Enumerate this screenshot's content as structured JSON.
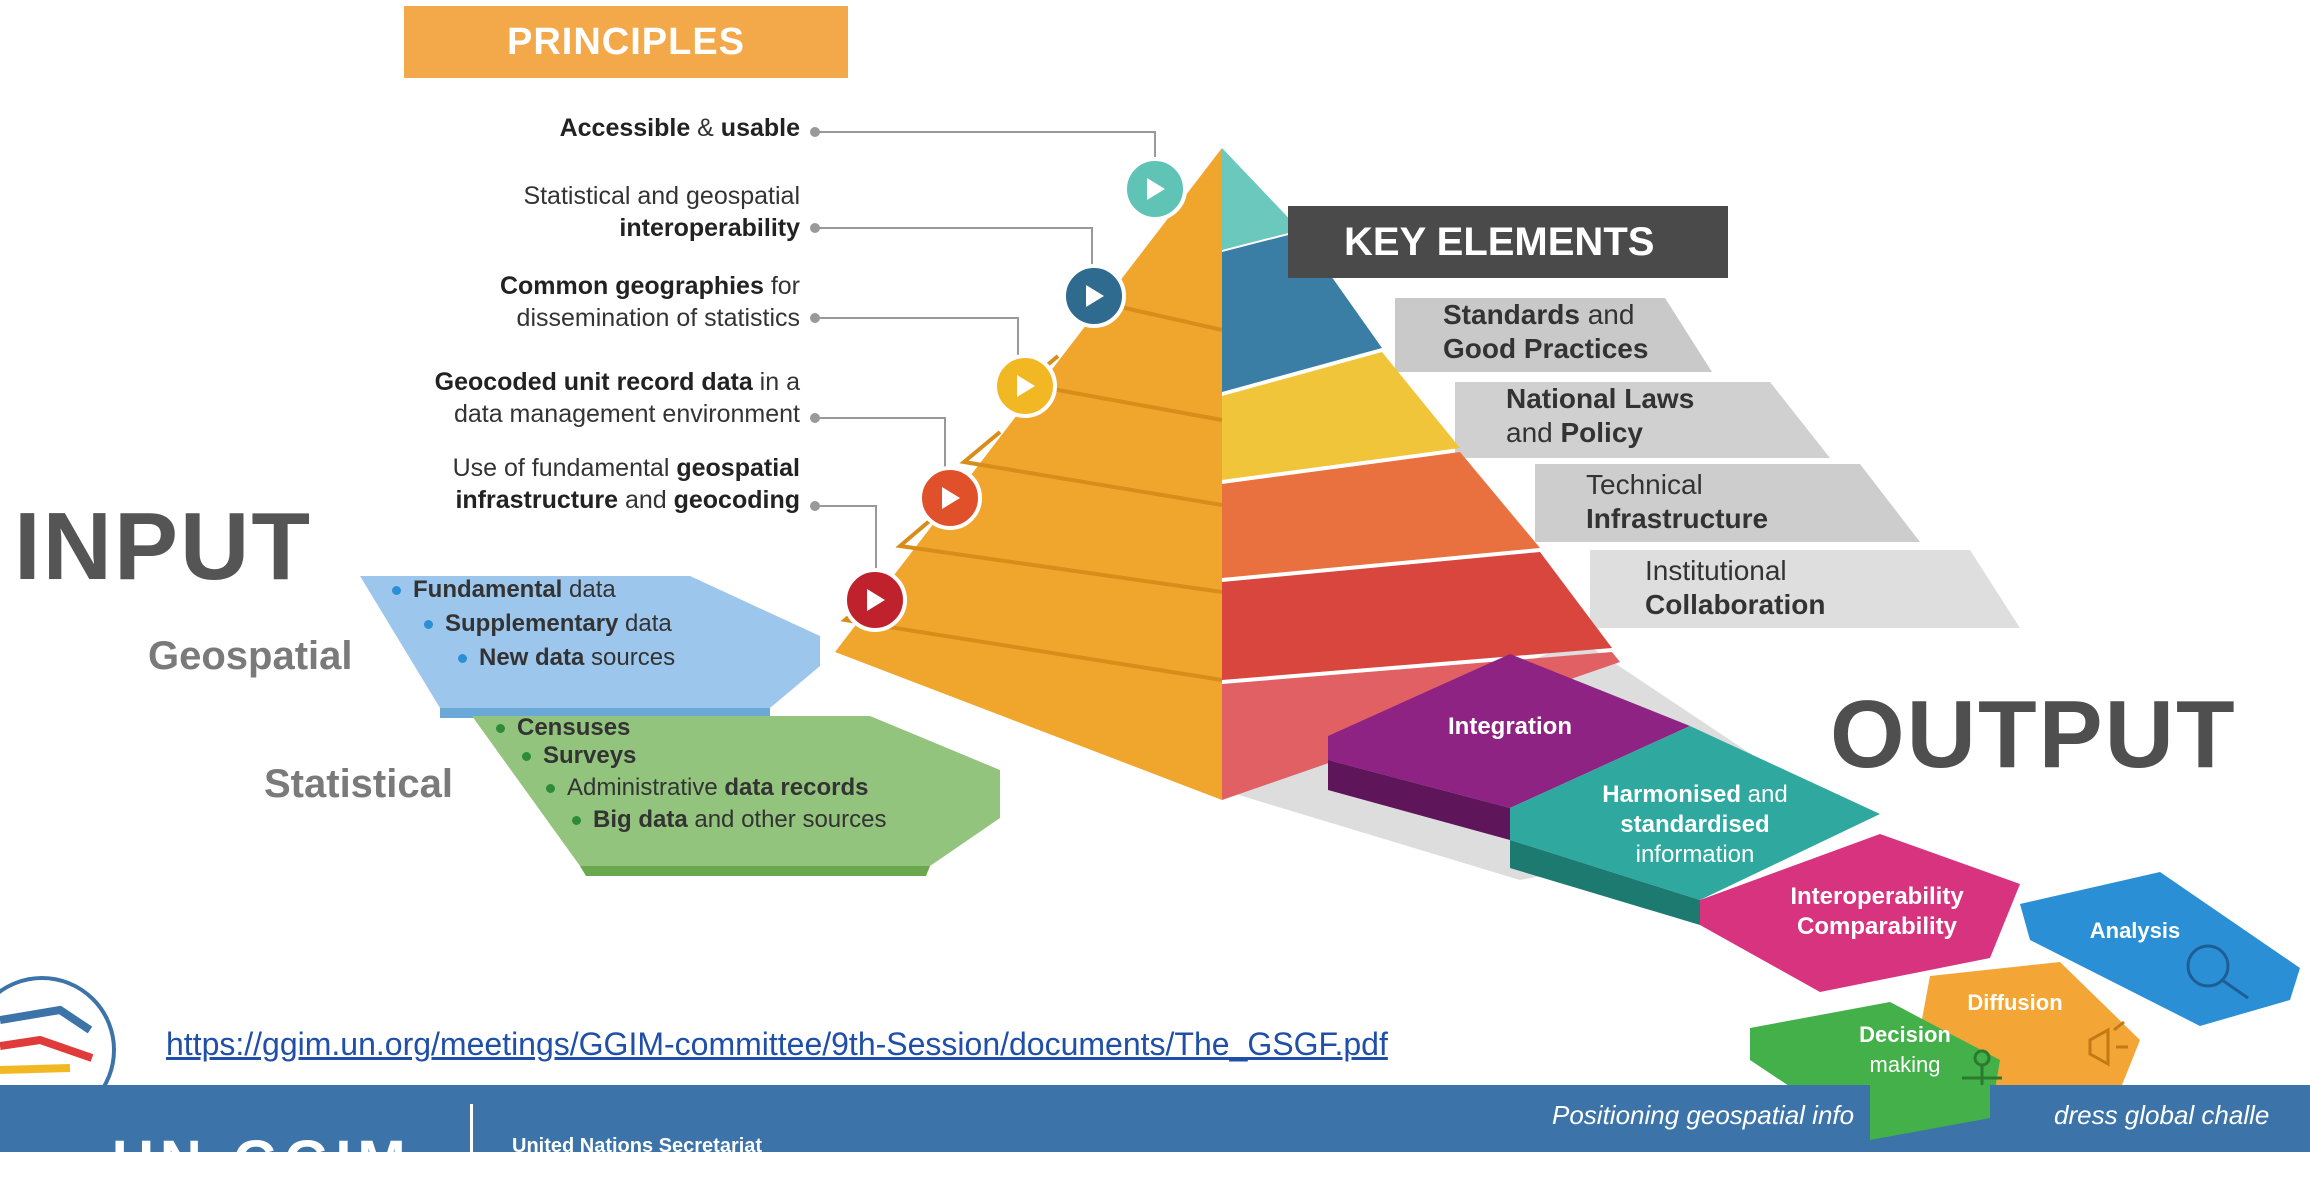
{
  "principles": {
    "header": "PRINCIPLES",
    "items": [
      {
        "parts": [
          [
            "b",
            "Accessible"
          ],
          [
            "n",
            " & "
          ],
          [
            "b",
            "usable"
          ]
        ]
      },
      {
        "parts": [
          [
            "n",
            "Statistical and geospatial"
          ],
          [
            "br",
            ""
          ],
          [
            "b",
            "interoperability"
          ]
        ]
      },
      {
        "parts": [
          [
            "b",
            "Common geographies"
          ],
          [
            "n",
            " for"
          ],
          [
            "br",
            ""
          ],
          [
            "n",
            "dissemination of statistics"
          ]
        ]
      },
      {
        "parts": [
          [
            "b",
            "Geocoded unit record data"
          ],
          [
            "n",
            " in a"
          ],
          [
            "br",
            ""
          ],
          [
            "n",
            "data management environment"
          ]
        ]
      },
      {
        "parts": [
          [
            "n",
            "Use of fundamental "
          ],
          [
            "b",
            "geospatial"
          ],
          [
            "br",
            ""
          ],
          [
            "b",
            "infrastructure"
          ],
          [
            "n",
            " and "
          ],
          [
            "b",
            "geocoding"
          ]
        ]
      }
    ],
    "play_colors": [
      "#5fc3b5",
      "#2f6b8f",
      "#f2b823",
      "#e0512b",
      "#c0222d"
    ]
  },
  "input": {
    "title": "INPUT",
    "geospatial": {
      "label": "Geospatial",
      "items": [
        {
          "b": "Fundamental",
          "n": " data"
        },
        {
          "b": "Supplementary",
          "n": " data"
        },
        {
          "b": "New data",
          "n": " sources"
        }
      ]
    },
    "statistical": {
      "label": "Statistical",
      "items": [
        {
          "pre": "",
          "b": "Censuses",
          "n": ""
        },
        {
          "pre": "",
          "b": "Surveys",
          "n": ""
        },
        {
          "pre": "Administrative ",
          "b": "data records",
          "n": ""
        },
        {
          "pre": "",
          "b": "Big data",
          "n": " and other sources"
        }
      ]
    }
  },
  "key_elements": {
    "header": "KEY ELEMENTS",
    "items": [
      {
        "l1": [
          [
            "b",
            "Standards"
          ],
          [
            "n",
            " and"
          ]
        ],
        "l2": [
          [
            "b",
            "Good Practices"
          ]
        ]
      },
      {
        "l1": [
          [
            "b",
            "National Laws"
          ]
        ],
        "l2": [
          [
            "n",
            "and "
          ],
          [
            "b",
            "Policy"
          ]
        ]
      },
      {
        "l1": [
          [
            "n",
            "Technical"
          ]
        ],
        "l2": [
          [
            "b",
            "Infrastructure"
          ]
        ]
      },
      {
        "l1": [
          [
            "n",
            "Institutional"
          ]
        ],
        "l2": [
          [
            "b",
            "Collaboration"
          ]
        ]
      }
    ]
  },
  "output": {
    "title": "OUTPUT",
    "steps": [
      {
        "lines": [
          [
            [
              "b",
              "Integration"
            ]
          ]
        ]
      },
      {
        "lines": [
          [
            [
              "b",
              "Harmonised"
            ],
            [
              "n",
              " and"
            ]
          ],
          [
            [
              "b",
              "standardised"
            ]
          ],
          [
            [
              "n",
              "information"
            ]
          ]
        ]
      },
      {
        "lines": [
          [
            [
              "b",
              "Interoperability"
            ]
          ],
          [
            [
              "b",
              "Comparability"
            ]
          ]
        ]
      },
      {
        "lines": [
          [
            [
              "b",
              "Analysis"
            ]
          ]
        ]
      },
      {
        "lines": [
          [
            [
              "b",
              "Diffusion"
            ]
          ]
        ]
      },
      {
        "lines": [
          [
            [
              "b",
              "Decision"
            ]
          ],
          [
            [
              "n",
              "making"
            ]
          ]
        ]
      }
    ]
  },
  "footer": {
    "link": "https://ggim.un.org/meetings/GGIM-committee/9th-Session/documents/The_GSGF.pdf",
    "org": "UN-GGIM",
    "org_sub": "United Nations Secretariat",
    "tagline": "Positioning geospatial info",
    "tagline_end": "dress global challe"
  },
  "colors": {
    "pyramid_orange": "#f0a62c",
    "teal": "#6ac8bc",
    "blue": "#3b7ea5",
    "yellow": "#f1c53a",
    "orange_red": "#e9703f",
    "red": "#d9463e",
    "purple": "#8e2384",
    "green_teal": "#2fa99f",
    "pink": "#d7337e",
    "sky": "#2b8fd6",
    "light_orange": "#f3a536",
    "green": "#43b04a",
    "footer_blue": "#3c74aa"
  }
}
